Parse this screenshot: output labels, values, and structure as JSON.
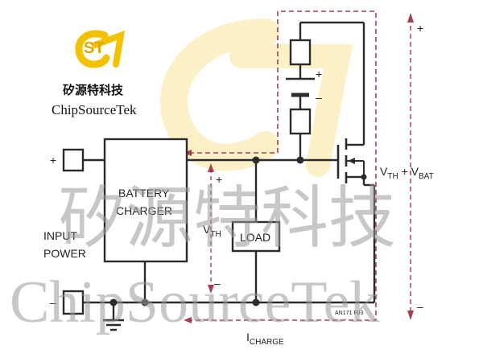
{
  "diagram": {
    "plus_input": "+",
    "minus_input": "–",
    "battery_charger": [
      "BATTERY",
      "CHARGER"
    ],
    "input_power": [
      "INPUT",
      "POWER"
    ],
    "load": "LOAD",
    "vth_main": "V",
    "vth_sub": "TH",
    "vth_plus": "+",
    "vth_minus": "–",
    "battery_plus": "+",
    "battery_minus": "–",
    "vsum_v1": "V",
    "vsum_sub1": "TH",
    "vsum_plus": " + V",
    "vsum_sub2": "BAT",
    "right_plus": "+",
    "right_minus": "–",
    "icharge_main": "I",
    "icharge_sub": "CHARGE",
    "figure_code": "AN171 F03"
  },
  "watermark": {
    "cn": "矽源特科技",
    "en": "ChipSourceTek"
  },
  "logo": {
    "cn": "矽源特科技",
    "en": "ChipSourceTek",
    "letters": "ST"
  },
  "colors": {
    "wire": "#2b2b2b",
    "dashed": "#a04050",
    "logo_gold": "#f2c200",
    "watermark_gray": "#9a9a9a"
  }
}
